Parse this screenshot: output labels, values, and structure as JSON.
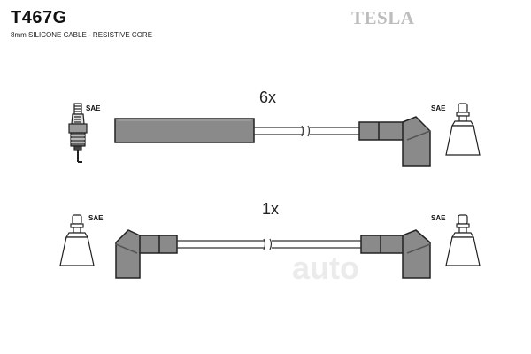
{
  "header": {
    "part_code": "T467G",
    "description": "8mm SILICONE CABLE - RESISTIVE CORE",
    "brand": "TESLA"
  },
  "cables": [
    {
      "quantity": "6x",
      "left_label": "SAE",
      "right_label": "SAE"
    },
    {
      "quantity": "1x",
      "left_label": "SAE",
      "right_label": "SAE"
    }
  ],
  "watermark": "auto",
  "colors": {
    "boot_fill": "#8a8a8a",
    "boot_stroke": "#222222",
    "wire_stroke": "#333333",
    "brand_gray": "#bdbdbd"
  }
}
